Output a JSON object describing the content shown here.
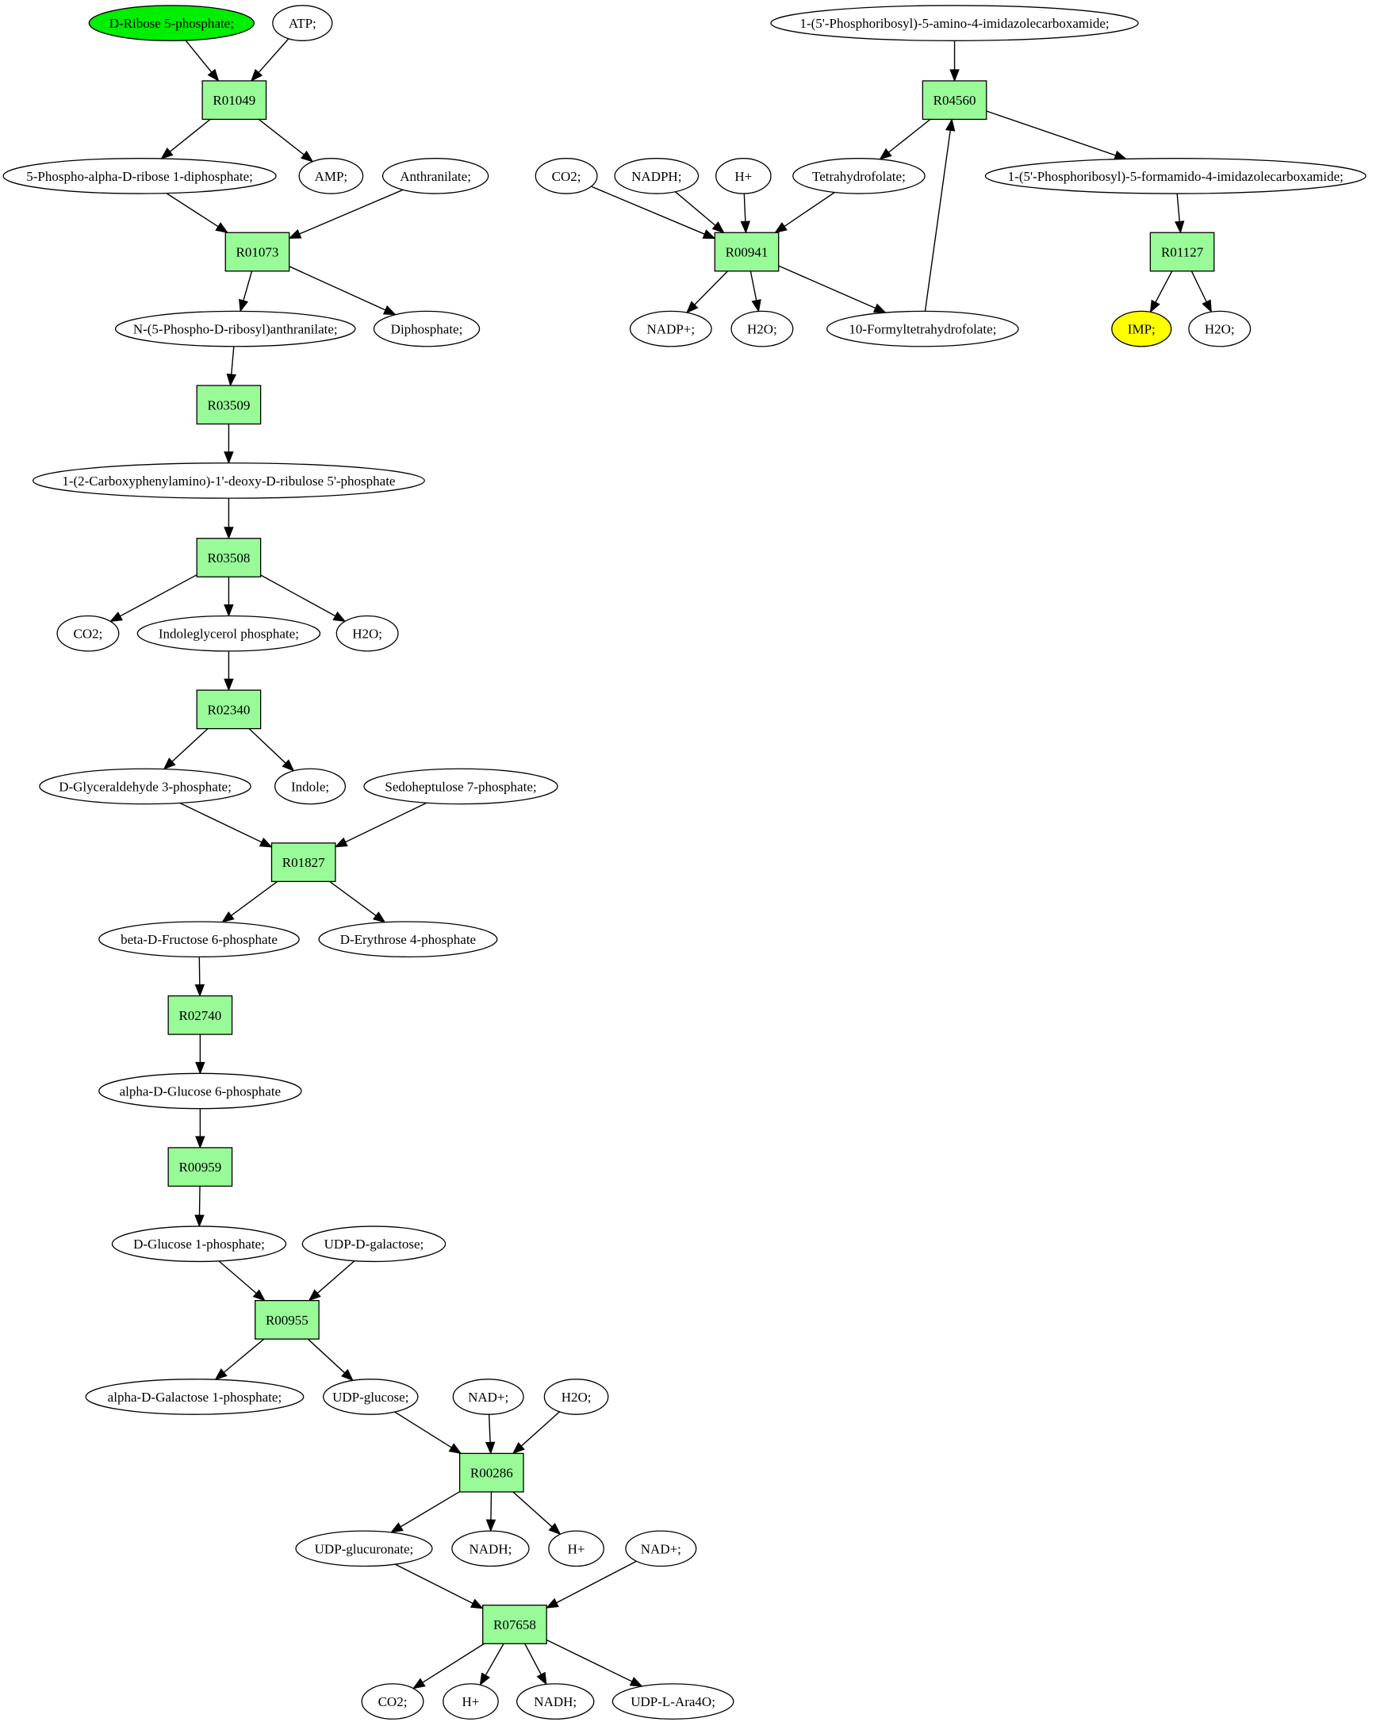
{
  "colors": {
    "reaction_fill": "#98fb98",
    "start_compound_fill": "#00ee00",
    "target_compound_fill": "#ffff00",
    "compound_fill": "#ffffff",
    "stroke": "#000000"
  },
  "diagram": {
    "reactions": [
      "R01049",
      "R01073",
      "R03509",
      "R03508",
      "R02340",
      "R01827",
      "R02740",
      "R00959",
      "R00955",
      "R00286",
      "R07658",
      "R04560",
      "R00941",
      "R01127"
    ],
    "compounds": {
      "c1": "D-Ribose 5-phosphate;",
      "c2": "ATP;",
      "c3": "5-Phospho-alpha-D-ribose 1-diphosphate;",
      "c4": "AMP;",
      "c5": "Anthranilate;",
      "c6": "N-(5-Phospho-D-ribosyl)anthranilate;",
      "c7": "Diphosphate;",
      "c8": "1-(2-Carboxyphenylamino)-1'-deoxy-D-ribulose 5'-phosphate",
      "c9": "CO2;",
      "c10": "Indoleglycerol phosphate;",
      "c11": "H2O;",
      "c12": "D-Glyceraldehyde 3-phosphate;",
      "c13": "Indole;",
      "c14": "Sedoheptulose 7-phosphate;",
      "c15": "beta-D-Fructose 6-phosphate",
      "c16": "D-Erythrose 4-phosphate",
      "c17": "alpha-D-Glucose 6-phosphate",
      "c18": "D-Glucose 1-phosphate;",
      "c19": "UDP-D-galactose;",
      "c20": "alpha-D-Galactose 1-phosphate;",
      "c21": "UDP-glucose;",
      "c22": "NAD+;",
      "c23": "H2O;",
      "c24": "UDP-glucuronate;",
      "c25": "NADH;",
      "c26": "H+",
      "c27": "NAD+;",
      "c28": "CO2;",
      "c29": "H+",
      "c30": "NADH;",
      "c31": "UDP-L-Ara4O;",
      "c32": "1-(5'-Phosphoribosyl)-5-amino-4-imidazolecarboxamide;",
      "c33": "Tetrahydrofolate;",
      "c34": "1-(5'-Phosphoribosyl)-5-formamido-4-imidazolecarboxamide;",
      "c35": "CO2;",
      "c36": "NADPH;",
      "c37": "H+",
      "c38": "NADP+;",
      "c39": "H2O;",
      "c40": "10-Formyltetrahydrofolate;",
      "c41": "IMP;",
      "c42": "H2O;"
    },
    "edges": [
      [
        "c1",
        "R01049"
      ],
      [
        "c2",
        "R01049"
      ],
      [
        "R01049",
        "c3"
      ],
      [
        "R01049",
        "c4"
      ],
      [
        "c3",
        "R01073"
      ],
      [
        "c5",
        "R01073"
      ],
      [
        "R01073",
        "c6"
      ],
      [
        "R01073",
        "c7"
      ],
      [
        "c6",
        "R03509"
      ],
      [
        "R03509",
        "c8"
      ],
      [
        "c8",
        "R03508"
      ],
      [
        "R03508",
        "c9"
      ],
      [
        "R03508",
        "c10"
      ],
      [
        "R03508",
        "c11"
      ],
      [
        "c10",
        "R02340"
      ],
      [
        "R02340",
        "c12"
      ],
      [
        "R02340",
        "c13"
      ],
      [
        "c12",
        "R01827"
      ],
      [
        "c14",
        "R01827"
      ],
      [
        "R01827",
        "c15"
      ],
      [
        "R01827",
        "c16"
      ],
      [
        "c15",
        "R02740"
      ],
      [
        "R02740",
        "c17"
      ],
      [
        "c17",
        "R00959"
      ],
      [
        "R00959",
        "c18"
      ],
      [
        "c18",
        "R00955"
      ],
      [
        "c19",
        "R00955"
      ],
      [
        "R00955",
        "c20"
      ],
      [
        "R00955",
        "c21"
      ],
      [
        "c21",
        "R00286"
      ],
      [
        "c22",
        "R00286"
      ],
      [
        "c23",
        "R00286"
      ],
      [
        "R00286",
        "c24"
      ],
      [
        "R00286",
        "c25"
      ],
      [
        "R00286",
        "c26"
      ],
      [
        "c24",
        "R07658"
      ],
      [
        "c27",
        "R07658"
      ],
      [
        "R07658",
        "c28"
      ],
      [
        "R07658",
        "c29"
      ],
      [
        "R07658",
        "c30"
      ],
      [
        "R07658",
        "c31"
      ],
      [
        "c32",
        "R04560"
      ],
      [
        "c40",
        "R04560"
      ],
      [
        "R04560",
        "c33"
      ],
      [
        "R04560",
        "c34"
      ],
      [
        "c35",
        "R00941"
      ],
      [
        "c36",
        "R00941"
      ],
      [
        "c37",
        "R00941"
      ],
      [
        "c33",
        "R00941"
      ],
      [
        "R00941",
        "c38"
      ],
      [
        "R00941",
        "c39"
      ],
      [
        "R00941",
        "c40"
      ],
      [
        "c34",
        "R01127"
      ],
      [
        "R01127",
        "c41"
      ],
      [
        "R01127",
        "c42"
      ]
    ]
  }
}
